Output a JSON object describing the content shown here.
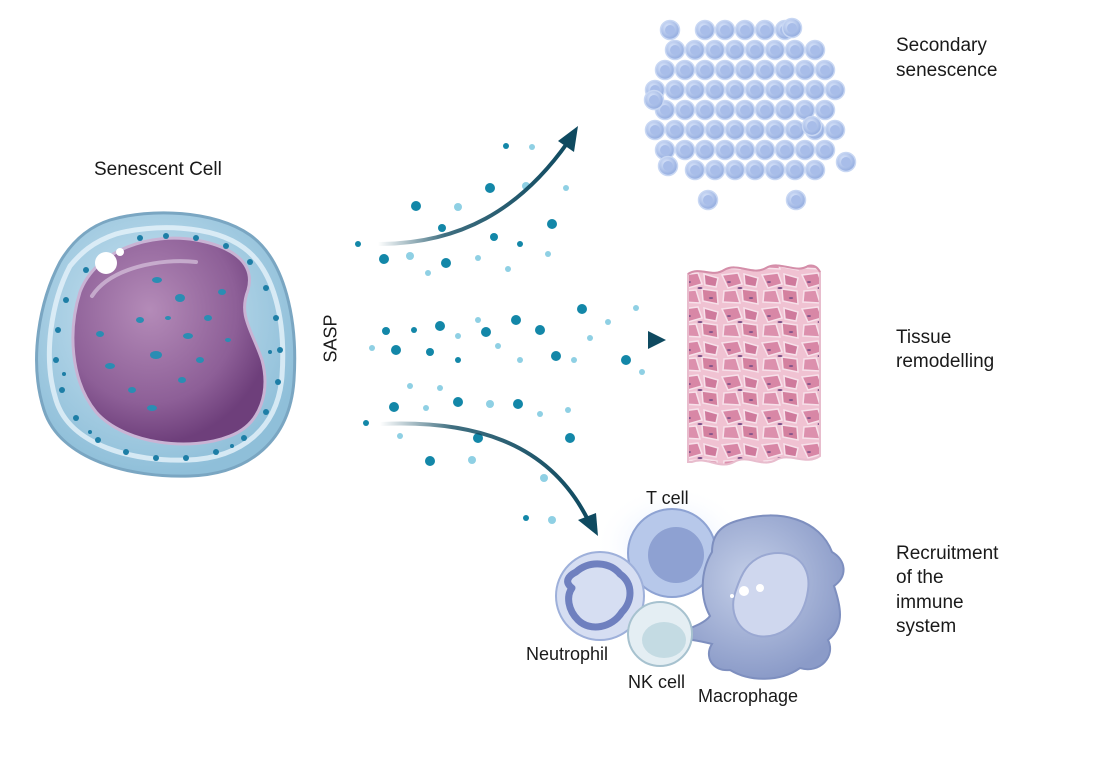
{
  "labels": {
    "senescent_cell": "Senescent Cell",
    "sasp": "SASP",
    "secondary_line1": "Secondary",
    "secondary_line2": "senescence",
    "tissue_line1": "Tissue",
    "tissue_line2": "remodelling",
    "immune_line1": "Recruitment",
    "immune_line2": "of the",
    "immune_line3": "immune",
    "immune_line4": "system",
    "t_cell": "T cell",
    "neutrophil": "Neutrophil",
    "nk_cell": "NK cell",
    "macrophage": "Macrophage"
  },
  "colors": {
    "arrow": "#0f4a60",
    "dot_dark": "#1387a8",
    "dot_light": "#8fd0e4",
    "cell_membrane": "#a9cbe0",
    "nucleus": "#8c5a94",
    "senescent_cell_fill": "#a9cfe6",
    "tissue": "#e3a0ba",
    "immune_cells": "#9fb1d8"
  }
}
